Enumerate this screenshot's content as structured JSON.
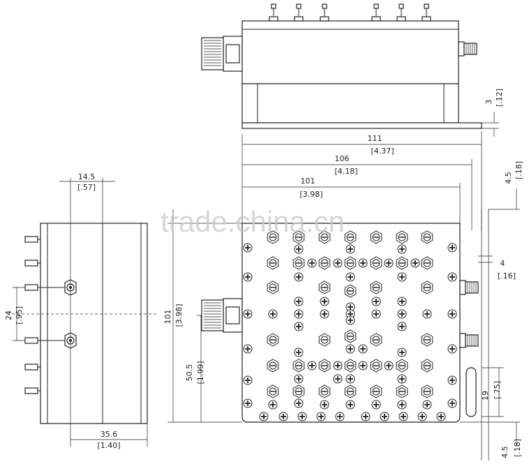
{
  "watermark": "trade.china.cn",
  "dimensions": {
    "top_step": {
      "value": "3",
      "inch": "[.12]"
    },
    "width_overall": {
      "value": "111",
      "inch": "[4.37]"
    },
    "width_mid": {
      "value": "106",
      "inch": "[4.18]"
    },
    "width_inner": {
      "value": "101",
      "inch": "[3.98]"
    },
    "right_offset_top": {
      "value": "4.5",
      "inch": "[.18]"
    },
    "right_connector_gap": {
      "value": "4",
      "inch": "[.16]"
    },
    "right_slot": {
      "value": "19",
      "inch": "[.75]"
    },
    "right_offset_bottom": {
      "value": "4.5",
      "inch": "[.18]"
    },
    "height_overall": {
      "value": "101",
      "inch": "[3.98]"
    },
    "height_connector": {
      "value": "50.5",
      "inch": "[1.99]"
    },
    "side_connector_offset": {
      "value": "14.5",
      "inch": "[.57]"
    },
    "side_pitch": {
      "value": "24",
      "inch": "[.95]"
    },
    "side_depth": {
      "value": "35.6",
      "inch": "[1.40]"
    }
  }
}
